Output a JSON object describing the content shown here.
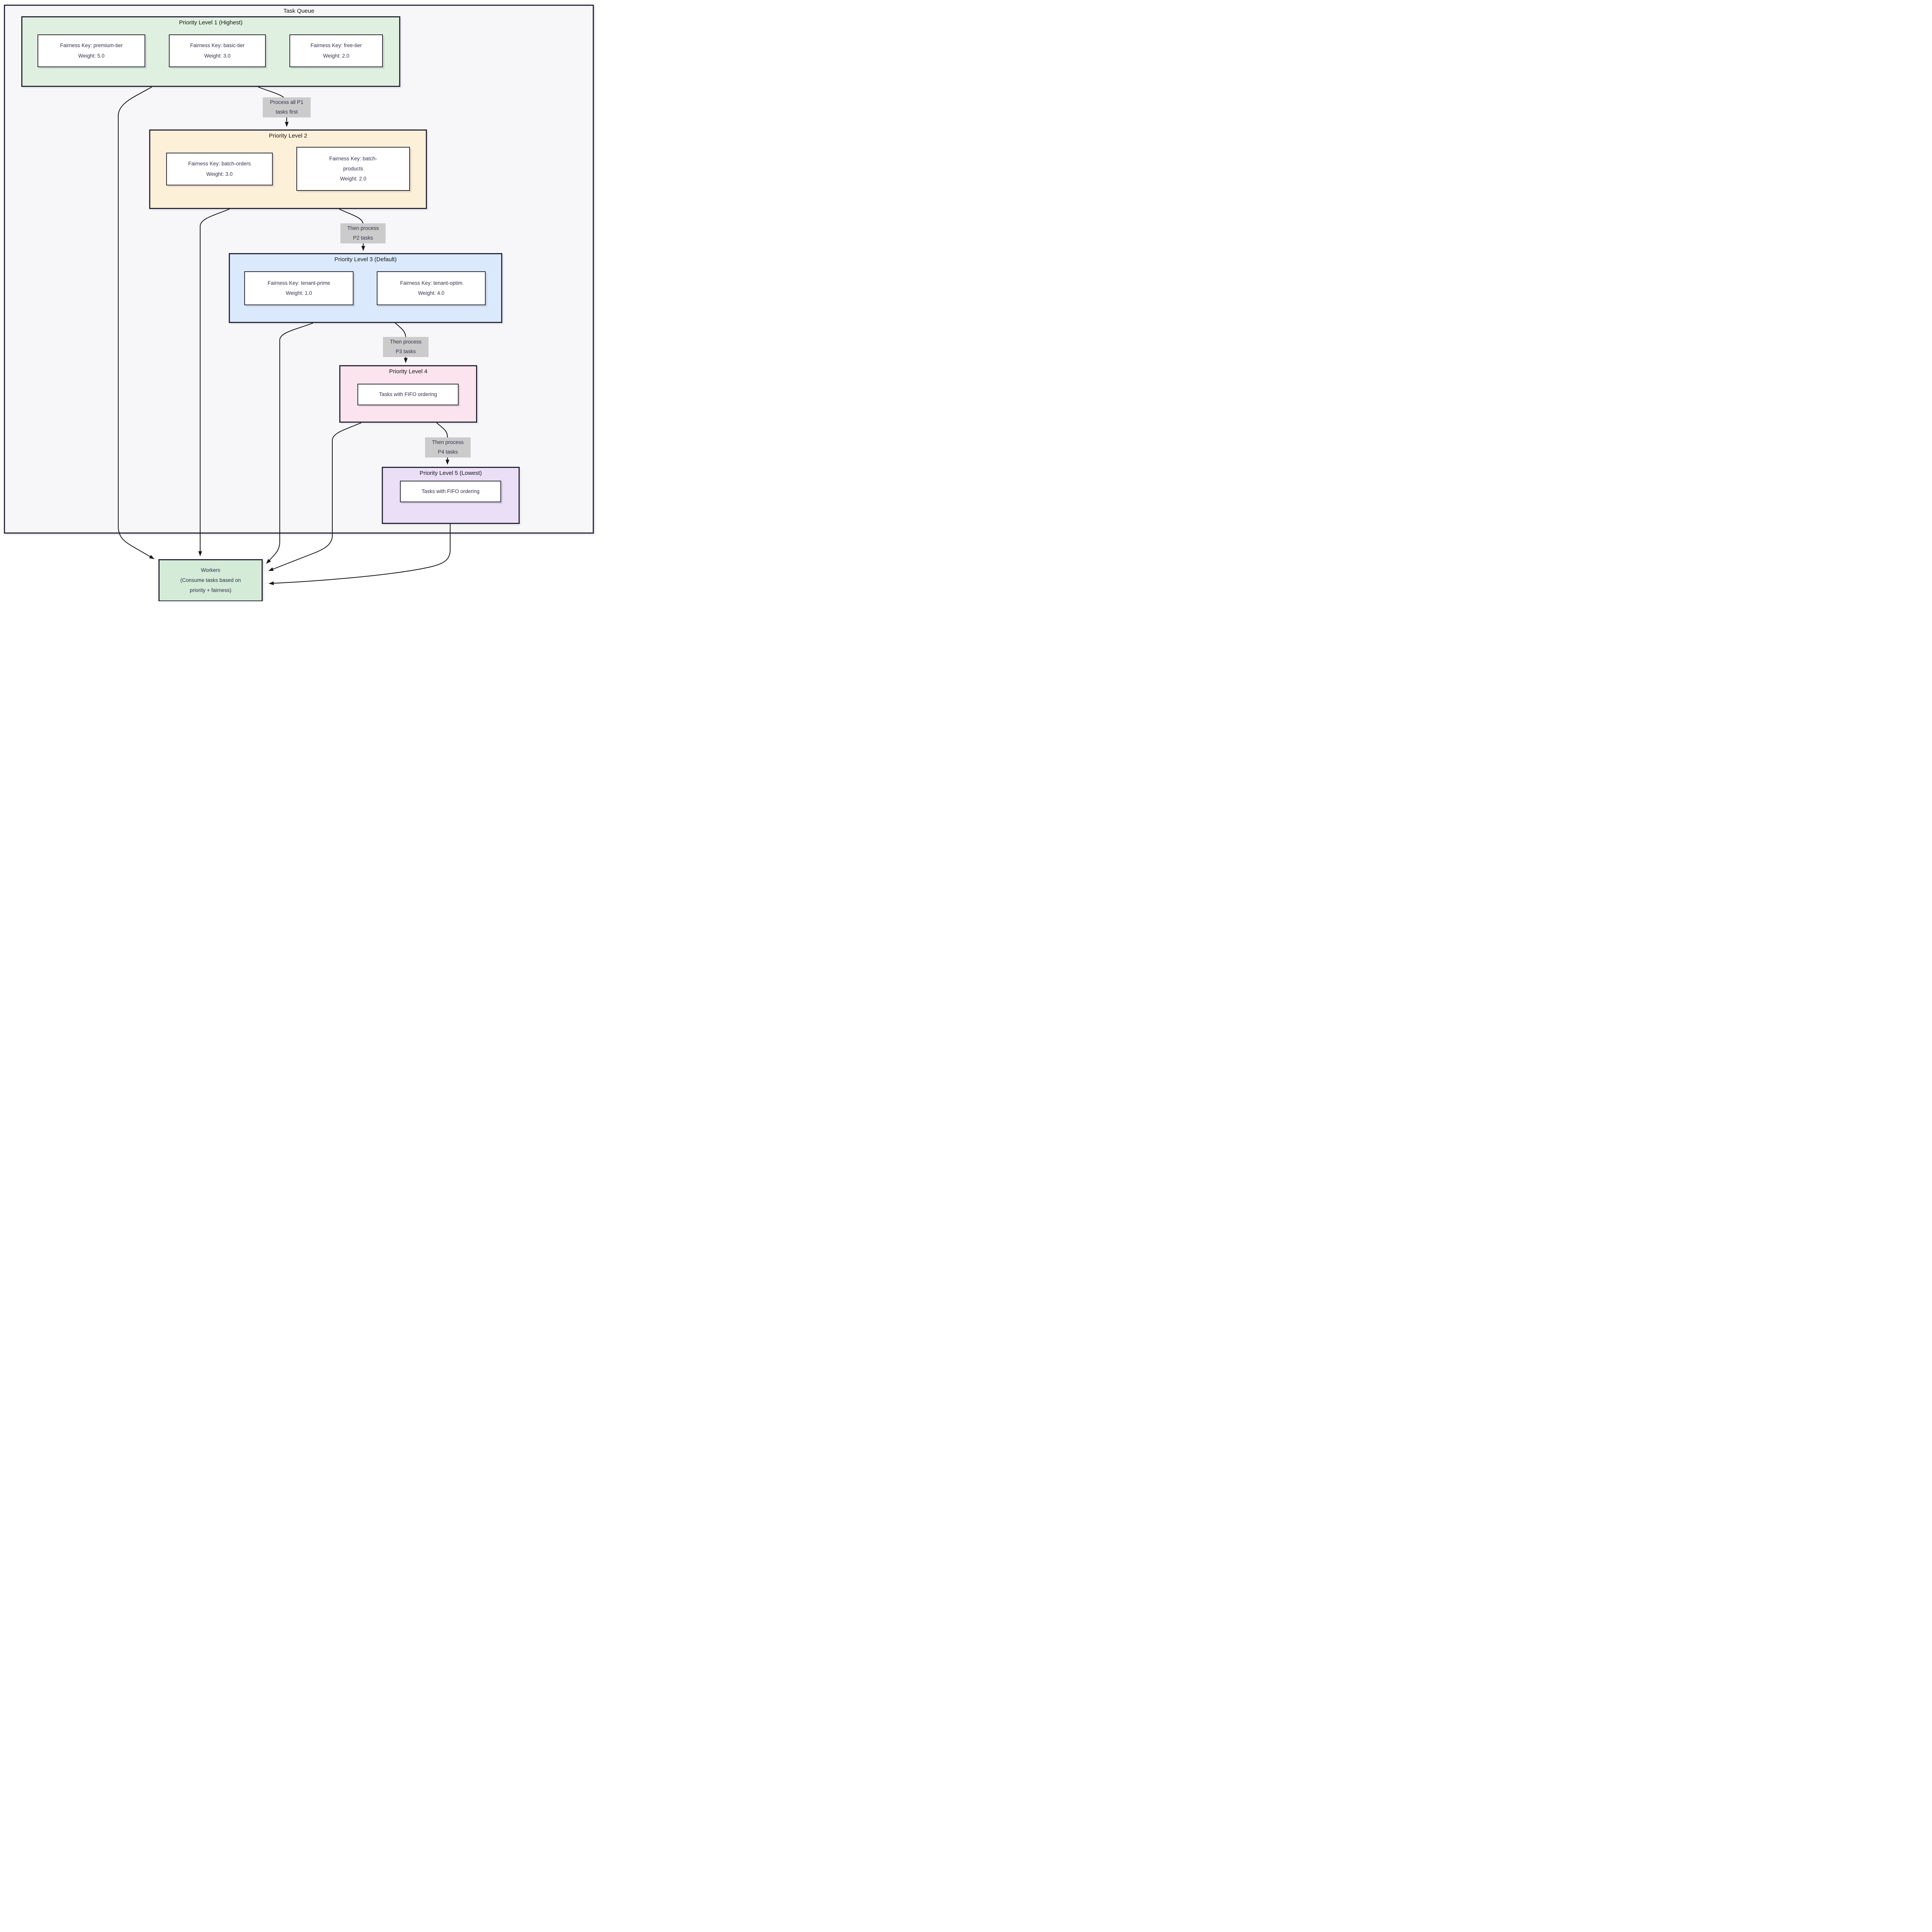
{
  "diagram_title": "Task Queue",
  "colors": {
    "outer_fill": "#f7f7fa",
    "border": "#2a2a3a",
    "edge": "#161616",
    "edge_label_bg": "#cbcbcb",
    "p1_fill": "#dff0e0",
    "p2_fill": "#fdf0d9",
    "p3_fill": "#daeafc",
    "p4_fill": "#fce4ee",
    "p5_fill": "#eadff7",
    "workers_fill": "#d4ebd8"
  },
  "clusters": {
    "p1": {
      "title": "Priority Level 1 (Highest)",
      "fill": "#dff0e0",
      "nodes": [
        {
          "lines": [
            "Fairness Key: premium-tier",
            "Weight: 5.0"
          ]
        },
        {
          "lines": [
            "Fairness Key: basic-tier",
            "Weight: 3.0"
          ]
        },
        {
          "lines": [
            "Fairness Key: free-tier",
            "Weight: 2.0"
          ]
        }
      ]
    },
    "p2": {
      "title": "Priority Level 2",
      "fill": "#fdf0d9",
      "nodes": [
        {
          "lines": [
            "Fairness Key: batch-orders",
            "Weight: 3.0"
          ]
        },
        {
          "lines": [
            "Fairness Key: batch-",
            "products",
            "Weight: 2.0"
          ]
        }
      ]
    },
    "p3": {
      "title": "Priority Level 3 (Default)",
      "fill": "#daeafc",
      "nodes": [
        {
          "lines": [
            "Fairness Key: tenant-prime",
            "Weight: 1.0"
          ]
        },
        {
          "lines": [
            "Fairness Key: tenant-optim",
            "Weight: 4.0"
          ]
        }
      ]
    },
    "p4": {
      "title": "Priority Level 4",
      "fill": "#fce4ee",
      "nodes": [
        {
          "lines": [
            "Tasks with FIFO ordering"
          ]
        }
      ]
    },
    "p5": {
      "title": "Priority Level 5 (Lowest)",
      "fill": "#eadff7",
      "nodes": [
        {
          "lines": [
            "Tasks with FIFO ordering"
          ]
        }
      ]
    }
  },
  "edge_labels": {
    "l1": {
      "lines": [
        "Process all P1",
        "tasks first"
      ]
    },
    "l2": {
      "lines": [
        "Then process",
        "P2 tasks"
      ]
    },
    "l3": {
      "lines": [
        "Then process",
        "P3 tasks"
      ]
    },
    "l4": {
      "lines": [
        "Then process",
        "P4 tasks"
      ]
    }
  },
  "workers": {
    "fill": "#d4ebd8",
    "lines": [
      "Workers",
      "(Consume tasks based on",
      "priority + fairness)"
    ]
  }
}
